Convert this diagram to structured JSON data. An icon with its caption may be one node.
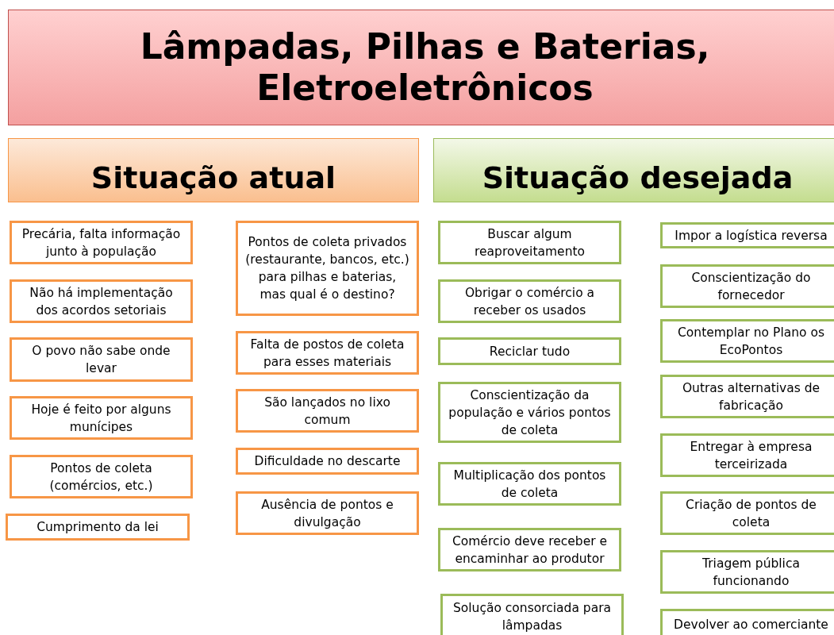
{
  "diagram": {
    "nodes": [
      {
        "text": [
          "Lâmpadas, Pilhas e Baterias, Eletroeletrônicos"
        ]
      },
      {
        "text": [
          "Situação atual"
        ]
      },
      {
        "text": [
          "Situação desejada"
        ]
      },
      {
        "text": [
          "Precária, falta informação junto à população"
        ]
      },
      {
        "text": [
          "Não há implementação dos acordos setoriais"
        ]
      },
      {
        "text": [
          "O povo não sabe onde levar"
        ]
      },
      {
        "text": [
          "Hoje é feito por alguns munícipes"
        ]
      },
      {
        "text": [
          "Pontos de coleta (comércios, etc.)"
        ]
      },
      {
        "text": [
          "Cumprimento da lei"
        ]
      },
      {
        "text": [
          "Pontos de coleta privados (restaurante, bancos, etc.) para pilhas e baterias, mas qual é o destino?"
        ]
      },
      {
        "text": [
          "Falta de postos de coleta para esses materiais"
        ]
      },
      {
        "text": [
          "São lançados no lixo comum"
        ]
      },
      {
        "text": [
          "Dificuldade no descarte"
        ]
      },
      {
        "text": [
          "Ausência de pontos e divulgação"
        ]
      },
      {
        "text": [
          "Buscar algum reaproveitamento"
        ]
      },
      {
        "text": [
          "Obrigar o comércio a receber os usados"
        ]
      },
      {
        "text": [
          "Reciclar tudo"
        ]
      },
      {
        "text": [
          "Conscientização da população e vários pontos de coleta"
        ]
      },
      {
        "text": [
          "Multiplicação dos pontos de coleta"
        ]
      },
      {
        "text": [
          "Comércio deve receber e encaminhar ao produtor"
        ]
      },
      {
        "text": [
          "Solução consorciada para lâmpadas"
        ]
      },
      {
        "text": [
          "Impor a logística reversa"
        ]
      },
      {
        "text": [
          "Conscientização do fornecedor"
        ]
      },
      {
        "text": [
          "Contemplar no Plano os EcoPontos"
        ]
      },
      {
        "text": [
          "Outras alternativas de fabricação"
        ]
      },
      {
        "text": [
          "Entregar à empresa terceirizada"
        ]
      },
      {
        "text": [
          "Criação de pontos de coleta"
        ]
      },
      {
        "text": [
          "Triagem pública funcionando"
        ]
      },
      {
        "text": [
          "Devolver ao comerciante"
        ]
      }
    ]
  }
}
